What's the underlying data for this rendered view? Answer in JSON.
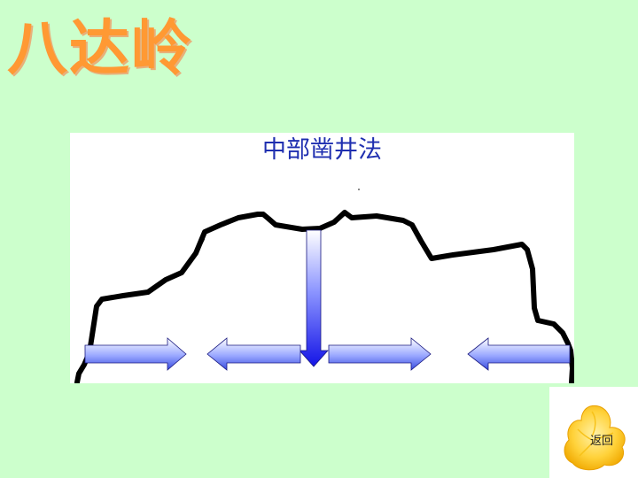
{
  "page": {
    "title": "八达岭"
  },
  "figure": {
    "title": "中部凿井法"
  },
  "nav": {
    "back_label": "返回"
  },
  "colors": {
    "background": "#ccffcc",
    "title_text": "#ff9933",
    "figure_title_text": "#1f2fb0",
    "arrow_gradient_light": "#ffffff",
    "arrow_gradient_dark": "#3a4de0",
    "shaft_gradient_dark": "#1414e6",
    "outline": "#000000"
  },
  "icons": {
    "back": "yellow-flower-icon"
  }
}
